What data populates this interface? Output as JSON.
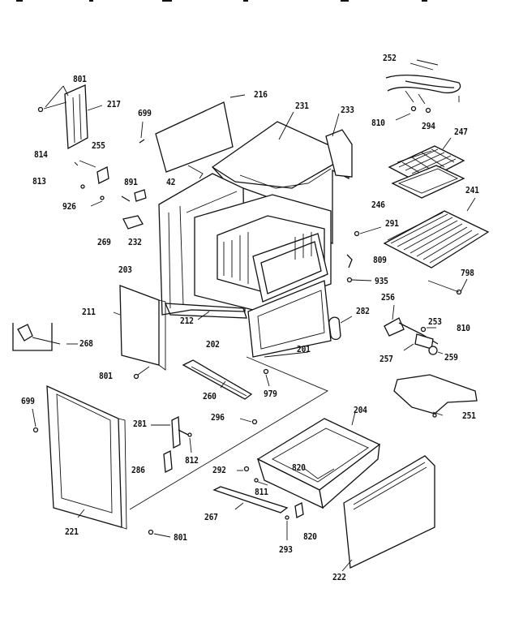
{
  "labels": {
    "l801a": "801",
    "l217": "217",
    "l699a": "699",
    "l216": "216",
    "l231": "231",
    "l233": "233",
    "l252": "252",
    "l810a": "810",
    "l294": "294",
    "l247": "247",
    "l814": "814",
    "l255a": "255",
    "l891": "891",
    "l42": "42",
    "l813": "813",
    "l926": "926",
    "l246": "246",
    "l241": "241",
    "l291": "291",
    "l269": "269",
    "l232": "232",
    "l809": "809",
    "l798": "798",
    "l203": "203",
    "l935": "935",
    "l211": "211",
    "l212": "212",
    "l282": "282",
    "l256": "256",
    "l253": "253",
    "l810b": "810",
    "l268": "268",
    "l202": "202",
    "l201": "201",
    "l257": "257",
    "l259": "259",
    "l801b": "801",
    "l260": "260",
    "l979": "979",
    "l699b": "699",
    "l204": "204",
    "l251": "251",
    "l296": "296",
    "l281": "281",
    "l812": "812",
    "l292": "292",
    "l820a": "820",
    "l286": "286",
    "l811": "811",
    "l267": "267",
    "l820b": "820",
    "l221": "221",
    "l801c": "801",
    "l293": "293",
    "l222": "222"
  }
}
